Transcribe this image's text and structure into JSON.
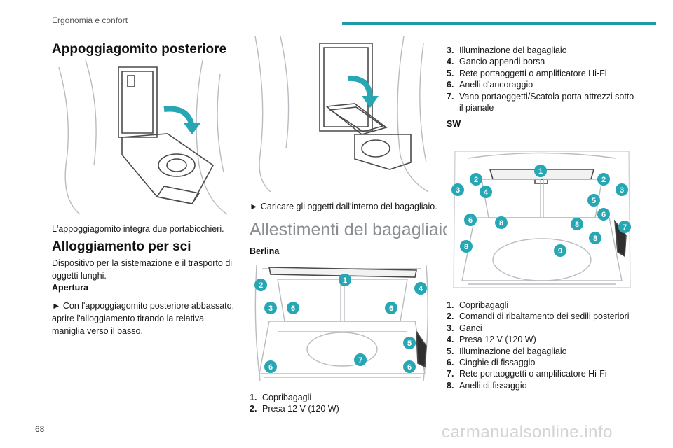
{
  "header": {
    "section": "Ergonomia e confort",
    "accent": "#1f9aa7"
  },
  "page_number": "68",
  "watermark": "carmanualsonline.info",
  "col1": {
    "title": "Appoggiagomito posteriore",
    "caption": "L'appoggiagomito integra due portabicchieri.",
    "ski_title": "Alloggiamento per sci",
    "ski_desc": "Dispositivo per la sistemazione e il trasporto di oggetti lunghi.",
    "opening_label": "Apertura",
    "opening_text": "► Con l'appoggiagomito posteriore abbassato, aprire l'alloggiamento tirando la relativa maniglia verso il basso."
  },
  "col2": {
    "instruction": "► Caricare gli oggetti dall'interno del bagagliaio.",
    "title": "Allestimenti del bagagliaio",
    "berlina_label": "Berlina",
    "berlina_list": [
      {
        "n": "1.",
        "t": "Copribagagli"
      },
      {
        "n": "2.",
        "t": "Presa 12 V (120 W)"
      }
    ]
  },
  "col3": {
    "list_top": [
      {
        "n": "3.",
        "t": "Illuminazione del bagagliaio"
      },
      {
        "n": "4.",
        "t": "Gancio appendi borsa"
      },
      {
        "n": "5.",
        "t": "Rete portaoggetti o amplificatore Hi-Fi"
      },
      {
        "n": "6.",
        "t": "Anelli d'ancoraggio"
      },
      {
        "n": "7.",
        "t": "Vano portaoggetti/Scatola porta attrezzi sotto il pianale"
      }
    ],
    "sw_label": "SW",
    "sw_list": [
      {
        "n": "1.",
        "t": "Copribagagli"
      },
      {
        "n": "2.",
        "t": "Comandi di ribaltamento dei sedili posteriori"
      },
      {
        "n": "3.",
        "t": "Ganci"
      },
      {
        "n": "4.",
        "t": "Presa 12 V (120 W)"
      },
      {
        "n": "5.",
        "t": "Illuminazione del bagagliaio"
      },
      {
        "n": "6.",
        "t": "Cinghie di fissaggio"
      },
      {
        "n": "7.",
        "t": "Rete portaoggetti o amplificatore Hi-Fi"
      },
      {
        "n": "8.",
        "t": "Anelli di fissaggio"
      }
    ]
  },
  "figures": {
    "berlina_badges": [
      "1",
      "2",
      "3",
      "4",
      "5",
      "6",
      "6",
      "6",
      "6",
      "7"
    ],
    "sw_badges": [
      "1",
      "2",
      "2",
      "3",
      "3",
      "4",
      "5",
      "6",
      "6",
      "7",
      "8",
      "8",
      "8",
      "8",
      "9"
    ]
  }
}
